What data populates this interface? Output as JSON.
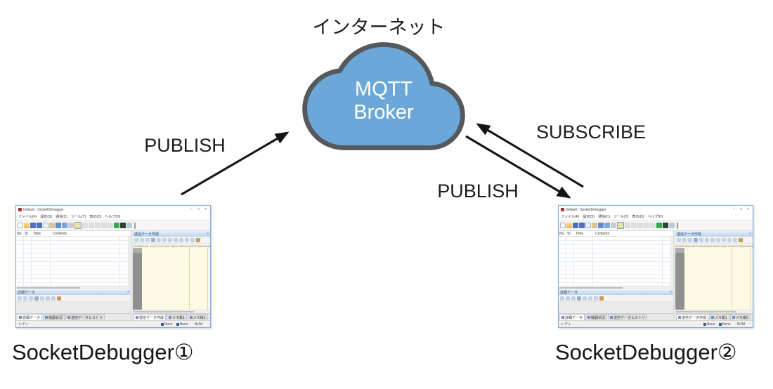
{
  "diagram": {
    "internet_label": "インターネット",
    "cloud": {
      "line1": "MQTT",
      "line2": "Broker",
      "fill": "#6ba7d8",
      "stroke": "#55585c",
      "text_color": "#ffffff"
    },
    "arrow_labels": {
      "publish_left": "PUBLISH",
      "subscribe": "SUBSCRIBE",
      "publish_right": "PUBLISH"
    },
    "arrow_color": "#141414",
    "caption_left": "SocketDebugger①",
    "caption_right": "SocketDebugger②"
  },
  "window": {
    "title": "Default - SocketDebugger",
    "window_controls": {
      "minimize": "–",
      "maximize": "□",
      "close": "×"
    },
    "menus": [
      "ファイル(F)",
      "設定(S)",
      "通信(C)",
      "ツール(T)",
      "表示(D)",
      "ヘルプ(H)"
    ],
    "toolbar_icons": [
      "new-file-icon",
      "open-folder-icon",
      "save-icon",
      "save-all-icon",
      "copy-icon",
      "paste-icon",
      "refresh-icon",
      "download-icon",
      "delete-icon",
      "log-view-icon",
      "list-view-1-icon",
      "list-view-2-icon",
      "list-view-3-icon",
      "list-view-4-icon",
      "list-view-5-icon",
      "connect-icon",
      "capture-icon",
      "comment-icon",
      "pin-separator"
    ],
    "log_table": {
      "columns": [
        "No.",
        "St",
        "Time",
        "Contents"
      ]
    },
    "detail_pane": {
      "title": "詳細データ",
      "close_glyph": "×"
    },
    "left_tabs": [
      {
        "label": "詳細データ"
      },
      {
        "label": "機器状況"
      },
      {
        "label": "送信データヒストリ"
      }
    ],
    "send_pane": {
      "title": "送信データ作成",
      "close_glyph": "×",
      "address_header": "ADDRESS",
      "hex_header": "0001 0203 0405 0607 0809 0A0B 0C0D 0E0F",
      "ascii_header": "0123456789ABCDEF"
    },
    "right_tabs": [
      {
        "label": "送信データ作成"
      },
      {
        "label": "メモ帳1"
      },
      {
        "label": "メモ帳2"
      }
    ],
    "status_bar": {
      "ready": "レディ",
      "link1": "None",
      "link2": "None",
      "num": "NUM"
    }
  }
}
